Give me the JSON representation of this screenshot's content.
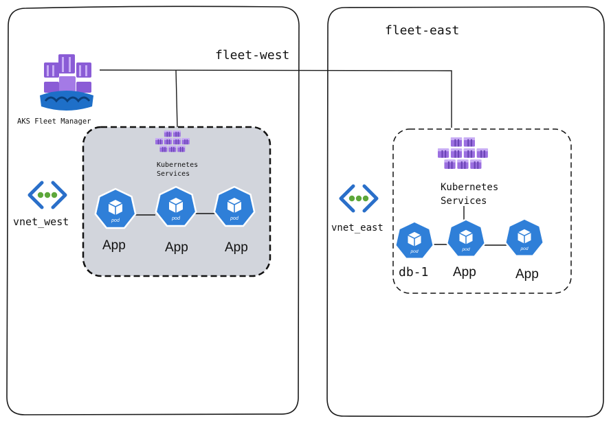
{
  "clusters": {
    "west": {
      "label": "fleet-west"
    },
    "east": {
      "label": "fleet-east"
    }
  },
  "fleet_manager": {
    "label": "AKS Fleet Manager",
    "icon": "aks-fleet-manager-icon"
  },
  "vnets": {
    "west": {
      "label": "vnet_west",
      "icon": "vnet-icon"
    },
    "east": {
      "label": "vnet_east",
      "icon": "vnet-icon"
    }
  },
  "services": {
    "west": {
      "line1": "Kubernetes",
      "line2": "Services",
      "icon": "kubernetes-services-icon"
    },
    "east": {
      "line1": "Kubernetes",
      "line2": "Services",
      "icon": "kubernetes-services-icon"
    }
  },
  "pods": {
    "west": [
      {
        "label": "App",
        "badge": "pod"
      },
      {
        "label": "App",
        "badge": "pod"
      },
      {
        "label": "App",
        "badge": "pod"
      }
    ],
    "east": [
      {
        "label": "db-1",
        "badge": "pod"
      },
      {
        "label": "App",
        "badge": "pod"
      },
      {
        "label": "App",
        "badge": "pod"
      }
    ]
  },
  "colors": {
    "pod_blue": "#2f7fd8",
    "pod_stroke": "#ffffff",
    "purple": "#8a5cd6",
    "purple_dark": "#5f3aa8",
    "aks_blue": "#1e6fc8",
    "vnet_blue": "#2a6fc9",
    "vnet_green": "#5da73a",
    "west_fill": "#d2d5dc"
  }
}
